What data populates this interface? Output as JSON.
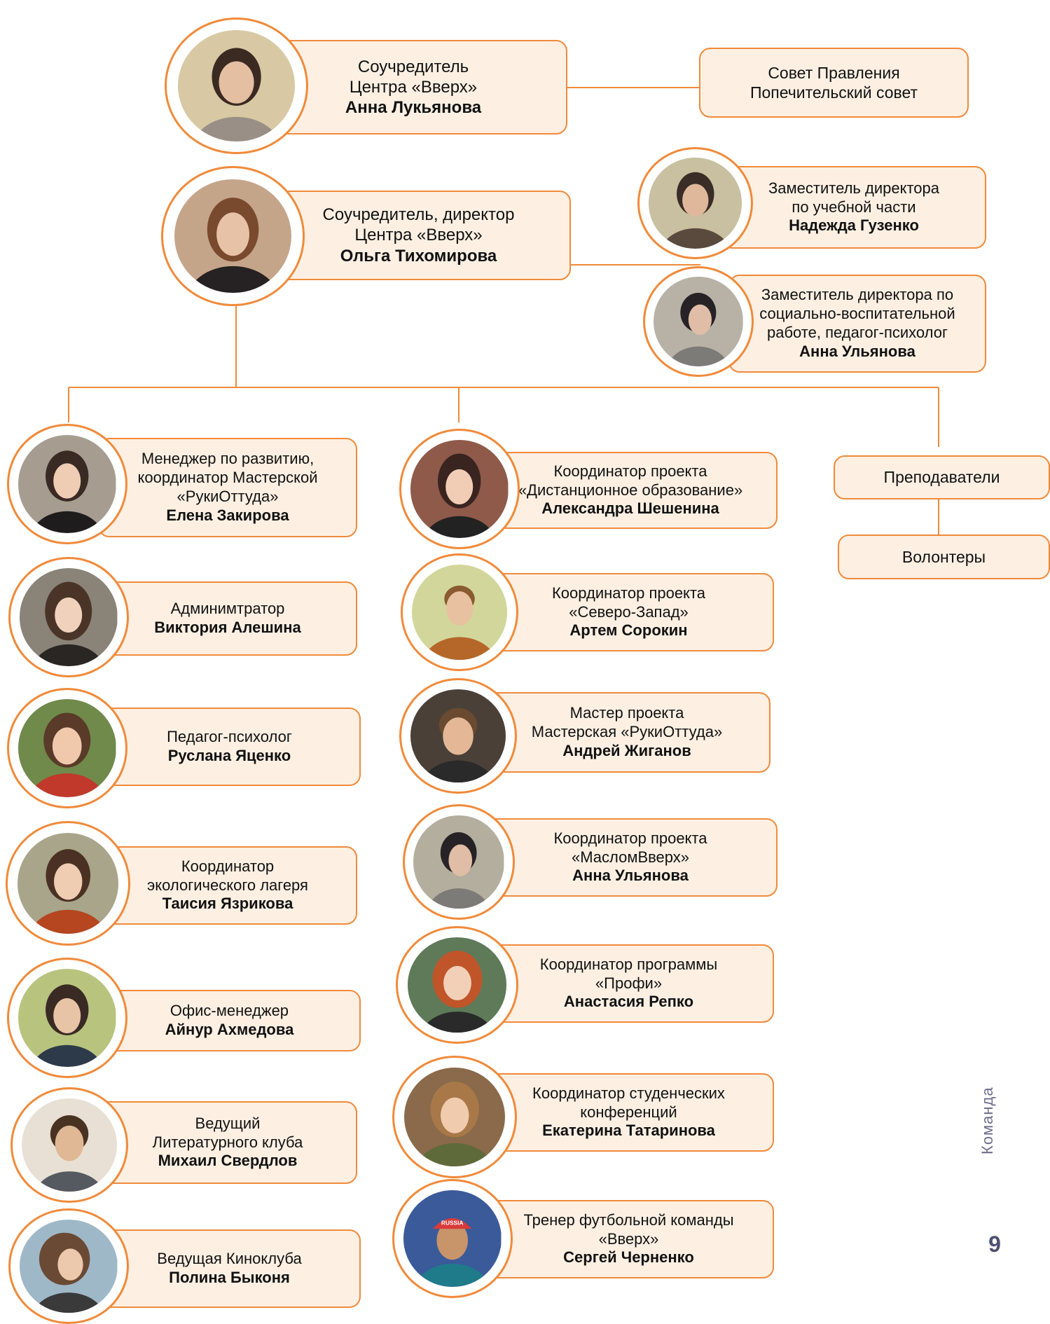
{
  "governance": {
    "line1": "Совет Правления",
    "line2": "Попечительский совет"
  },
  "staff_units": {
    "teachers": "Преподаватели",
    "volunteers": "Волонтеры"
  },
  "people": {
    "lukyanova": {
      "role1": "Соучредитель",
      "role2": "Центра  «Вверх»",
      "name": "Анна Лукьянова"
    },
    "tikhomirova": {
      "role1": "Соучредитель, директор",
      "role2": "Центра «Вверх»",
      "name": "Ольга Тихомирова"
    },
    "guzenko": {
      "role1": "Заместитель директора",
      "role2": "по учебной части",
      "name": "Надежда Гузенко"
    },
    "ulyanova_dep": {
      "role1": "Заместитель директора по",
      "role2": "социально-воспитательной",
      "role3": "работе, педагог-психолог",
      "name": "Анна Ульянова"
    },
    "zakirova": {
      "role1": "Менеджер по развитию,",
      "role2": "координатор Мастерской",
      "role3": "«РукиОттуда»",
      "name": "Елена Закирова"
    },
    "aleshina": {
      "role1": "Админимтратор",
      "name": "Виктория Алешина"
    },
    "yatsenko": {
      "role1": "Педагог-психолог",
      "name": "Руслана Яценко"
    },
    "yazrikova": {
      "role1": "Координатор",
      "role2": "экологического лагеря",
      "name": "Таисия Язрикова"
    },
    "akhmedova": {
      "role1": "Офис-менеджер",
      "name": "Айнур Ахмедова"
    },
    "sverdlov": {
      "role1": "Ведущий",
      "role2": "Литературного клуба",
      "name": "Михаил Свердлов"
    },
    "bykonya": {
      "role1": "Ведущая Киноклуба",
      "name": "Полина Быконя"
    },
    "sheshenina": {
      "role1": "Координатор проекта",
      "role2": "«Дистанционное образование»",
      "name": "Александра Шешенина"
    },
    "sorokin": {
      "role1": "Координатор проекта",
      "role2": "«Северо-Запад»",
      "name": "Артем Сорокин"
    },
    "zhiganov": {
      "role1": "Мастер проекта",
      "role2": "Мастерская «РукиОттуда»",
      "name": "Андрей Жиганов"
    },
    "ulyanova_oil": {
      "role1": "Координатор проекта",
      "role2": "«МасломВверх»",
      "name": "Анна Ульянова"
    },
    "repko": {
      "role1": "Координатор программы",
      "role2": "«Профи»",
      "name": "Анастасия Репко"
    },
    "tatarinova": {
      "role1": "Координатор студенческих",
      "role2": "конференций",
      "name": "Екатерина Татаринова"
    },
    "chernenko": {
      "role1": "Тренер футбольной команды",
      "role2": "«Вверх»",
      "name": "Сергей Черненко"
    }
  },
  "cap_text": "RUSSIA",
  "section_label": "Команда",
  "page_number": "9",
  "colors": {
    "accent": "#f08a3a",
    "box_fill": "#fdf0e3",
    "side_text": "#6d6d8c",
    "page_number": "#4f5073"
  }
}
